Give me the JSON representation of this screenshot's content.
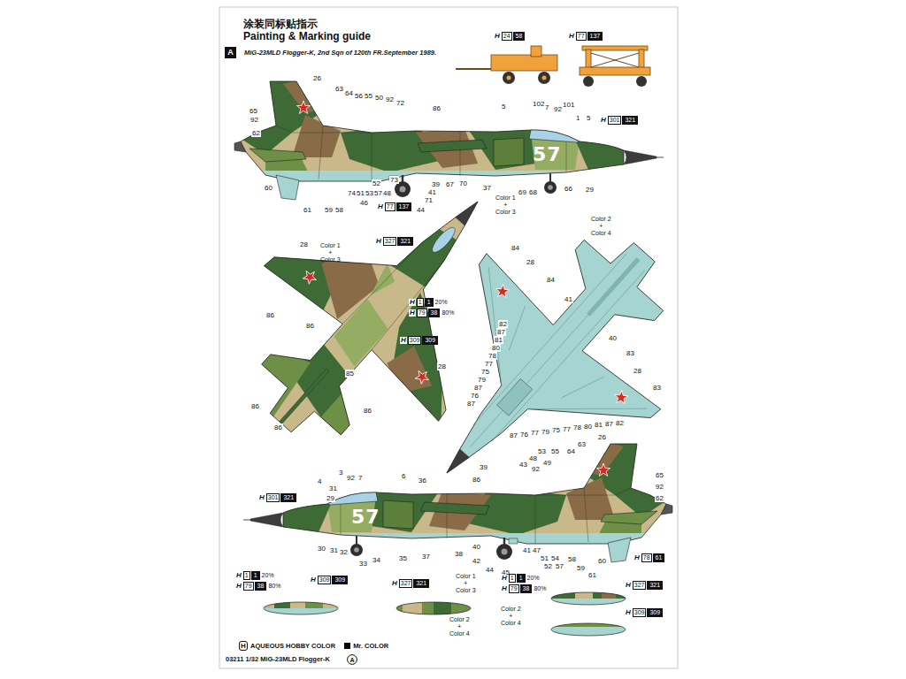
{
  "diagram": {
    "title": "涂装同标贴指示",
    "nodes": [
      {
        "text": [
          "A"
        ]
      },
      {
        "text": [
          "A"
        ]
      }
    ],
    "labels": [
      "Painting & Marking guide",
      "MiG-23MLD Flogger-K, 2nd Sqn of 120th FR.September 1989.",
      "H",
      "24",
      "58",
      "H",
      "77",
      "137",
      "26",
      "63",
      "64",
      "56",
      "55",
      "50",
      "92",
      "72",
      "65",
      "92",
      "62",
      "86",
      "5",
      "102",
      "7",
      "92",
      "101",
      "1",
      "5",
      "H",
      "301",
      "321",
      "60",
      "61",
      "59",
      "58",
      "74",
      "51",
      "53",
      "57",
      "48",
      "52",
      "73",
      "46",
      "39",
      "41",
      "71",
      "44",
      "67",
      "70",
      "37",
      "69",
      "68",
      "66",
      "29",
      "Color 1",
      "+",
      "Color 3",
      "H",
      "77",
      "137",
      "28",
      "Color 1",
      "+",
      "Color 3",
      "H",
      "327",
      "321",
      "H",
      "1",
      "1",
      "20%",
      "H",
      "79",
      "38",
      "80%",
      "86",
      "86",
      "85",
      "86",
      "86",
      "86",
      "28",
      "H",
      "309",
      "309",
      "Color 2",
      "+",
      "Color 4",
      "84",
      "28",
      "84",
      "41",
      "40",
      "83",
      "28",
      "83",
      "82",
      "87",
      "81",
      "80",
      "78",
      "77",
      "75",
      "79",
      "87",
      "76",
      "87",
      "87",
      "76",
      "77",
      "79",
      "75",
      "77",
      "78",
      "80",
      "81",
      "87",
      "82",
      "4",
      "31",
      "3",
      "92",
      "7",
      "6",
      "36",
      "86",
      "39",
      "H",
      "301",
      "321",
      "29",
      "30",
      "31",
      "32",
      "33",
      "34",
      "35",
      "37",
      "38",
      "40",
      "42",
      "44",
      "45",
      "41",
      "47",
      "51",
      "54",
      "52",
      "57",
      "58",
      "59",
      "61",
      "60",
      "43",
      "48",
      "92",
      "53",
      "49",
      "55",
      "64",
      "63",
      "26",
      "65",
      "92",
      "62",
      "H",
      "78",
      "61",
      "Color 1",
      "+",
      "Color 3",
      "H",
      "1",
      "1",
      "20%",
      "H",
      "79",
      "38",
      "80%",
      "H",
      "309",
      "309",
      "H",
      "327",
      "321",
      "Color 2",
      "+",
      "Color 4",
      "H",
      "1",
      "1",
      "20%",
      "H",
      "79",
      "38",
      "80%",
      "H",
      "327",
      "321",
      "Color 2",
      "+",
      "Color 4",
      "H",
      "309",
      "309",
      "H",
      "03211 1/32 MiG-23MLD Flogger-K",
      "57",
      "57"
    ],
    "legend": [
      {
        "text": "AQUEOUS HOBBY COLOR"
      },
      {
        "text": "Mr. COLOR",
        "color": "#000000"
      }
    ]
  }
}
